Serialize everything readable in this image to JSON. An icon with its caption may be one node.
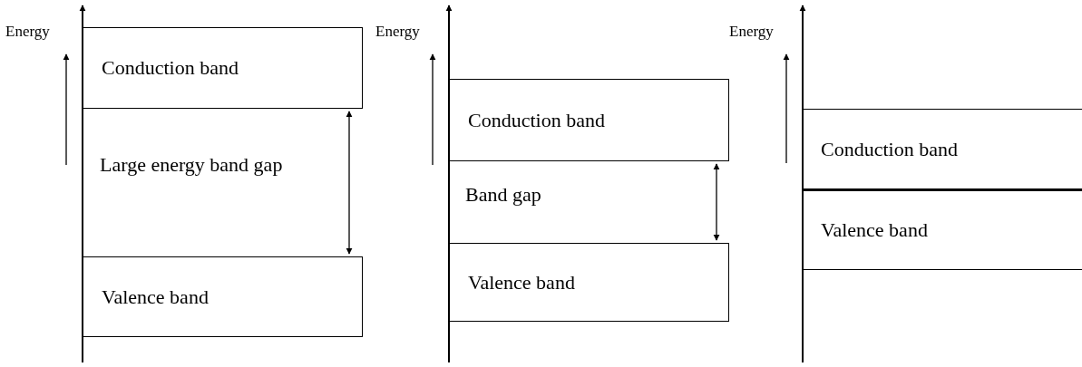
{
  "diagram": {
    "nodes": [
      {
        "text": [
          "Conduction band"
        ]
      },
      {
        "text": [
          "Valence band"
        ]
      },
      {
        "text": [
          "Conduction band"
        ]
      },
      {
        "text": [
          "Valence band"
        ]
      },
      {
        "text": [
          "Conduction band"
        ]
      },
      {
        "text": [
          "Valence band"
        ]
      }
    ],
    "edges": [
      {
        "from": 0,
        "to": 1,
        "arrow": "both"
      },
      {
        "from": 2,
        "to": 3,
        "arrow": "both"
      }
    ],
    "labels": [
      "Energy",
      "Large energy band gap",
      "Energy",
      "Band gap",
      "Energy"
    ]
  }
}
